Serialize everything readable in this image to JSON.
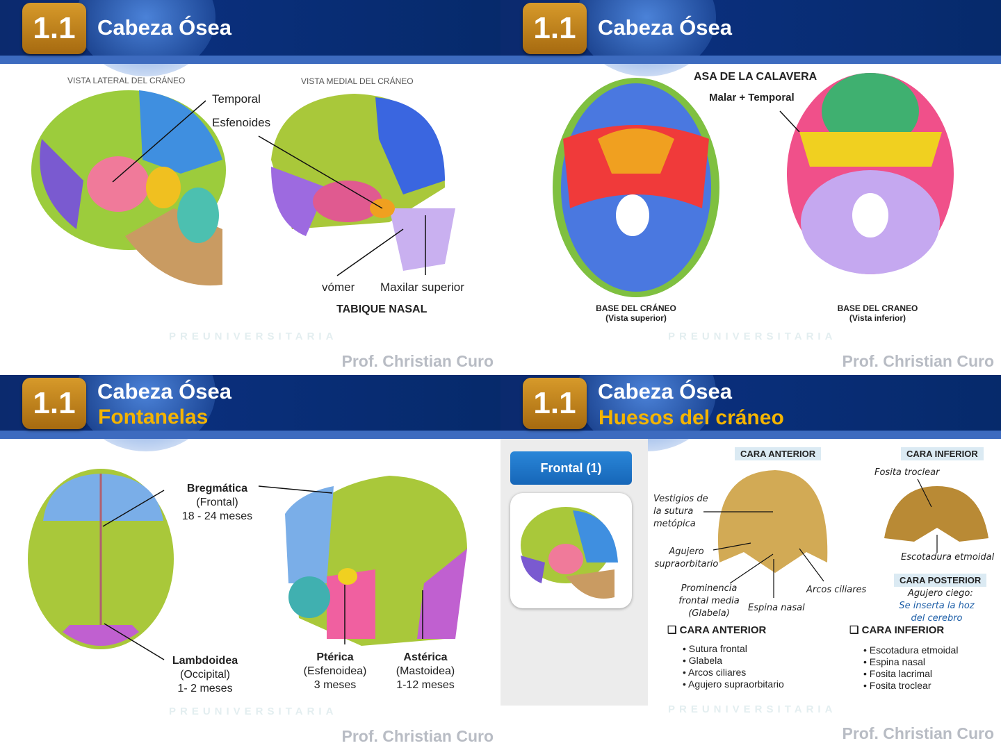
{
  "slides": [
    {
      "badge": "1.1",
      "title": "Cabeza Ósea",
      "labels": {
        "lateral": "VISTA LATERAL DEL CRÁNEO",
        "medial": "VISTA  MEDIAL DEL CRÁNEO",
        "temporal": "Temporal",
        "esfenoides": "Esfenoides",
        "vomer": "vómer",
        "maxilar": "Maxilar superior",
        "tabique": "TABIQUE NASAL"
      },
      "watermark": "PREUNIVERSITARIA",
      "author": "Prof. Christian Curo"
    },
    {
      "badge": "1.1",
      "title": "Cabeza Ósea",
      "labels": {
        "asa": "ASA DE LA CALAVERA",
        "malar": "Malar + Temporal",
        "base_sup": "BASE DEL CRÁNEO",
        "base_sup_sub": "(Vista superior)",
        "base_inf": "BASE DEL CRANEO",
        "base_inf_sub": "(Vista inferior)"
      },
      "watermark": "PREUNIVERSITARIA",
      "author": "Prof. Christian Curo"
    },
    {
      "badge": "1.1",
      "title": "Cabeza Ósea",
      "subtitle": "Fontanelas",
      "labels": {
        "bregmatica": "Bregmática",
        "bregmatica_bone": "(Frontal)",
        "bregmatica_age": "18 - 24 meses",
        "lambdoidea": "Lambdoidea",
        "lambdoidea_bone": "(Occipital)",
        "lambdoidea_age": "1- 2 meses",
        "pterica": "Ptérica",
        "pterica_bone": "(Esfenoidea)",
        "pterica_age": "3 meses",
        "asterica": "Astérica",
        "asterica_bone": "(Mastoidea)",
        "asterica_age": "1-12 meses"
      },
      "watermark": "PREUNIVERSITARIA",
      "author": "Prof. Christian Curo"
    },
    {
      "badge": "1.1",
      "title": "Cabeza Ósea",
      "subtitle": "Huesos del cráneo",
      "button": "Frontal (1)",
      "labels": {
        "cara_anterior_tag": "CARA ANTERIOR",
        "cara_inferior_tag": "CARA INFERIOR",
        "vestigios": "Vestigios de la sutura metópica",
        "agujero_supra": "Agujero supraorbitario",
        "prominencia": "Prominencia frontal media (Glabela)",
        "espina": "Espina nasal",
        "arcos": "Arcos ciliares",
        "fosita": "Fosita troclear",
        "escotadura": "Escotadura etmoidal",
        "cara_posterior_tag": "CARA POSTERIOR",
        "agujero_ciego": "Agujero ciego:",
        "hoz": "Se inserta la hoz del cerebro"
      },
      "sections": [
        {
          "heading": "CARA ANTERIOR",
          "items": [
            "Sutura frontal",
            "Glabela",
            "Arcos ciliares",
            "Agujero supraorbitario"
          ]
        },
        {
          "heading": "CARA INFERIOR",
          "items": [
            "Escotadura etmoidal",
            "Espina nasal",
            "Fosita lacrimal",
            "Fosita troclear"
          ]
        }
      ],
      "watermark": "PREUNIVERSITARIA",
      "author": "Prof. Christian Curo"
    }
  ]
}
